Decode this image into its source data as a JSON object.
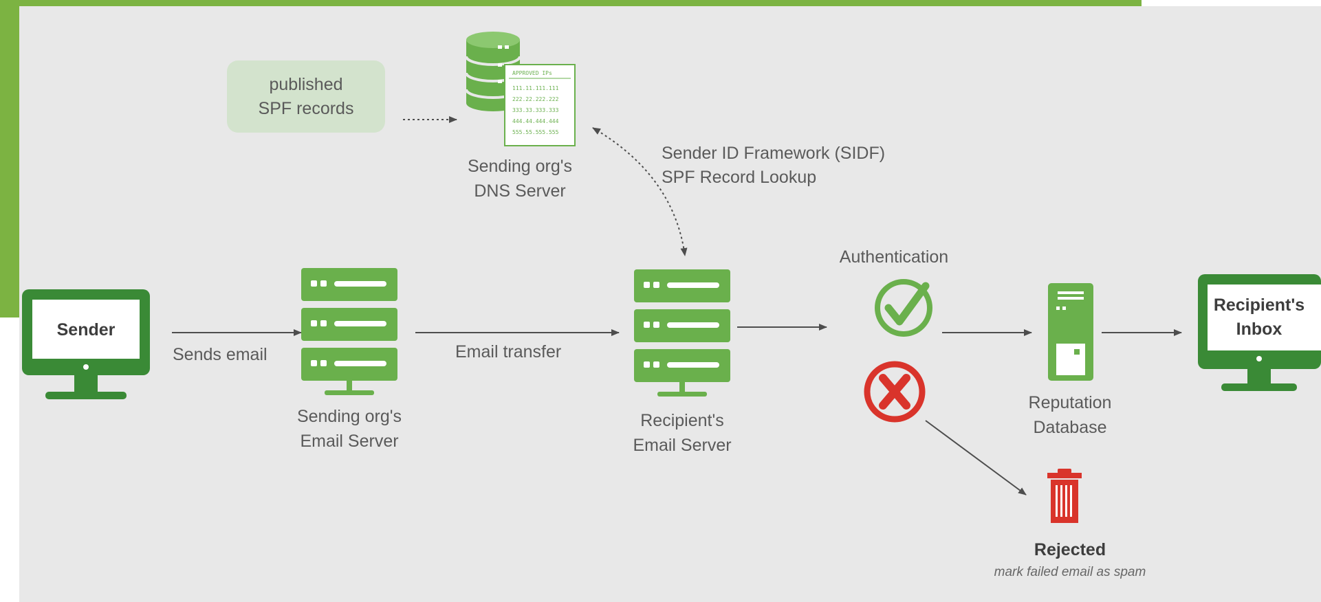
{
  "colors": {
    "accent_green": "#7cb342",
    "icon_green": "#6ab04c",
    "monitor_green": "#3a8a36",
    "reject_red": "#d9342b",
    "background": "#e8e8e8",
    "bubble": "#d3e3cd"
  },
  "spf_bubble": {
    "line1": "published",
    "line2": "SPF records"
  },
  "dns_server": {
    "line1": "Sending org's",
    "line2": "DNS Server",
    "doc_header": "APPROVED IPs",
    "doc_rows": [
      "111.11.111.111",
      "222.22.222.222",
      "333.33.333.333",
      "444.44.444.444",
      "555.55.555.555"
    ]
  },
  "sidf": {
    "line1": "Sender ID Framework (SIDF)",
    "line2": "SPF Record Lookup"
  },
  "sender": {
    "label": "Sender"
  },
  "sends_email": "Sends email",
  "sending_email_server": {
    "line1": "Sending org's",
    "line2": "Email Server"
  },
  "email_transfer": "Email transfer",
  "recipient_email_server": {
    "line1": "Recipient's",
    "line2": "Email Server"
  },
  "authentication": "Authentication",
  "reputation_db": {
    "line1": "Reputation",
    "line2": "Database"
  },
  "inbox": {
    "line1": "Recipient's",
    "line2": "Inbox"
  },
  "rejected": {
    "title": "Rejected",
    "subtitle": "mark failed email as spam"
  },
  "icons": [
    "monitor-icon",
    "server-icon",
    "database-icon",
    "document-icon",
    "checkmark-icon",
    "x-mark-icon",
    "trash-icon"
  ]
}
